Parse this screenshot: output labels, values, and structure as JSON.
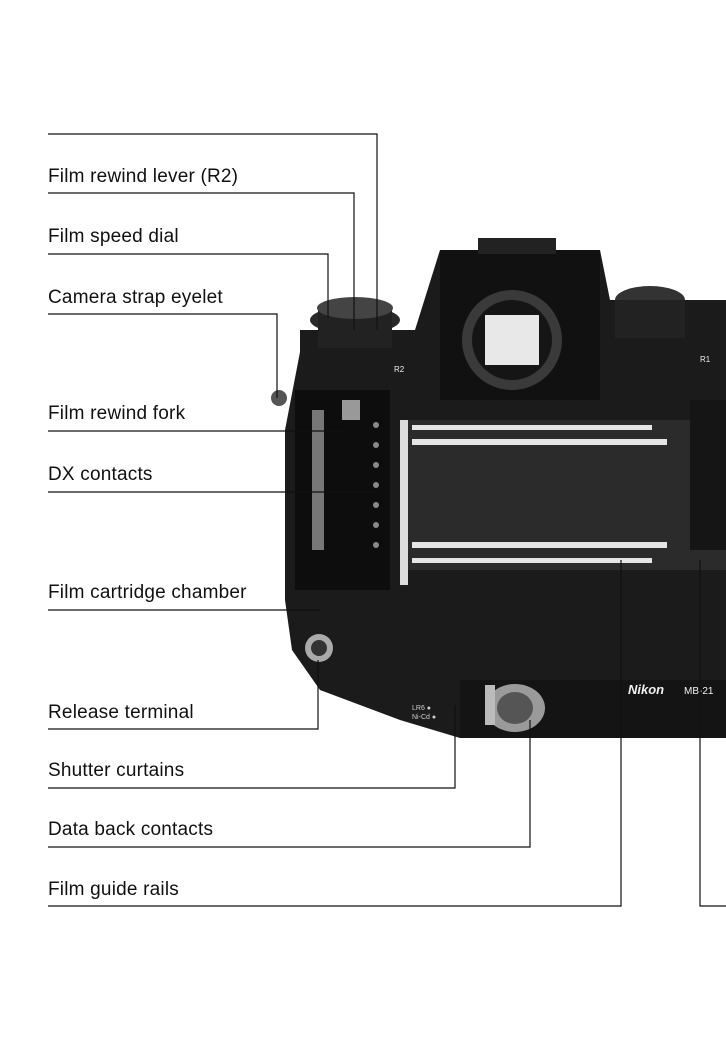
{
  "labels": [
    "Film rewind lever (R2)",
    "Film speed dial",
    "Camera strap eyelet",
    "Film rewind fork",
    "DX contacts",
    "Film cartridge chamber",
    "Release terminal",
    "Shutter curtains",
    "Data back contacts",
    "Film guide rails"
  ],
  "camera_text": {
    "brand": "Nikon",
    "model": "MB-21",
    "r2": "R2",
    "r1": "R1",
    "battery": "LR6 ●\nNi-Cd ●"
  }
}
